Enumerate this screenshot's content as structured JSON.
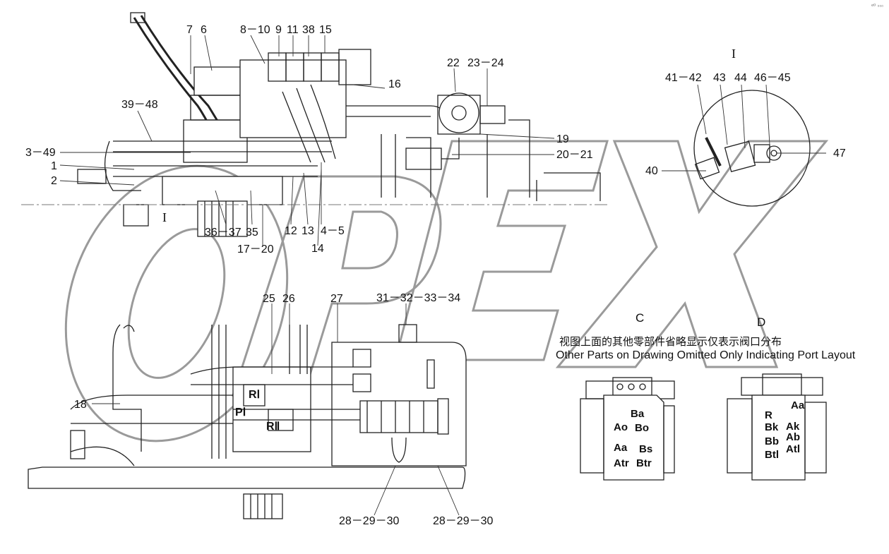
{
  "watermark": "OPEX",
  "corner_mark": "ᵉ⁰ ▫▫▫",
  "callouts": {
    "c7": "7",
    "c6": "6",
    "c8_10": "8－10",
    "c9": "9",
    "c11": "11",
    "c38": "38",
    "c15": "15",
    "c16": "16",
    "c22": "22",
    "c23_24": "23－24",
    "c39_48": "39－48",
    "c3_49": "3－49",
    "c1": "1",
    "c2": "2",
    "c19": "19",
    "c20_21": "20－21",
    "c36_37": "36－37",
    "c35": "35",
    "c12": "12",
    "c13": "13",
    "c4_5": "4－5",
    "c14": "14",
    "c17_20": "17－20",
    "c41_42": "41－42",
    "c43": "43",
    "c44": "44",
    "c46_45": "46－45",
    "c47": "47",
    "c40": "40",
    "c25": "25",
    "c26": "26",
    "c27": "27",
    "c31_34": "31－32－33－34",
    "c18": "18",
    "c28_30a": "28－29－30",
    "c28_30b": "28－29－30"
  },
  "section_marks": {
    "detail_roman": "I",
    "left_roman": "I"
  },
  "views": {
    "c": "C",
    "d": "D"
  },
  "note": {
    "cn": "视图上面的其他零部件省略显示仅表示阀口分布",
    "en": "Other Parts on Drawing Omitted Only Indicating Port Layout"
  },
  "ports_c": {
    "ba": "Ba",
    "ao": "Ao",
    "bo": "Bo",
    "aa": "Aa",
    "bs": "Bs",
    "atr": "Atr",
    "btr": "Btr"
  },
  "ports_d": {
    "aa": "Aa",
    "r": "R",
    "bk": "Bk",
    "ak": "Ak",
    "bb": "Bb",
    "ab": "Ab",
    "btl": "Btl",
    "atl": "Atl"
  },
  "pump_ports": {
    "r1": "RⅠ",
    "p1": "PⅠ",
    "r2": "RⅡ"
  }
}
